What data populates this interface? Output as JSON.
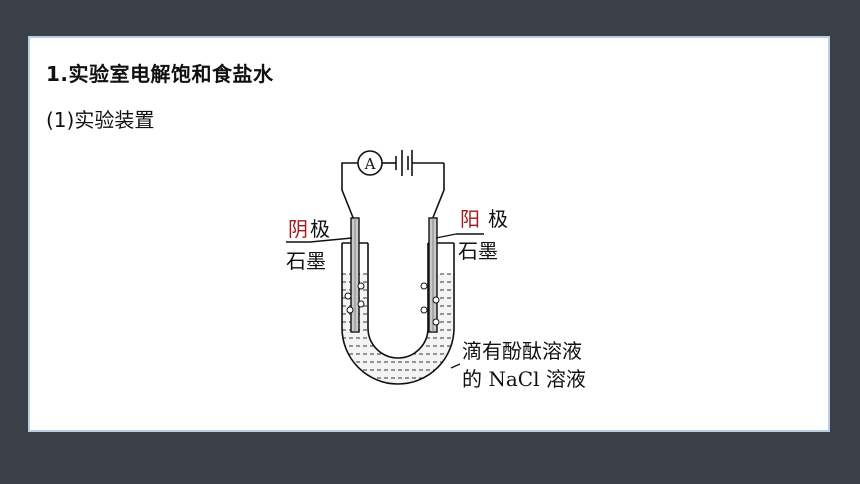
{
  "heading": "1.实验室电解饱和食盐水",
  "subheading": "(1)实验装置",
  "diagram": {
    "ammeter_symbol": "A",
    "left_electrode": {
      "red_char": "阴",
      "char": "极",
      "material": "石墨"
    },
    "right_electrode": {
      "red_char": "阳",
      "char": "极",
      "material": "石墨"
    },
    "solution_line1": "滴有酚酞溶液",
    "solution_line2": "的 NaCl 溶液",
    "colors": {
      "accent_red": "#a11a1a",
      "slide_border": "#b9cde6",
      "background": "#3b3f47"
    }
  }
}
